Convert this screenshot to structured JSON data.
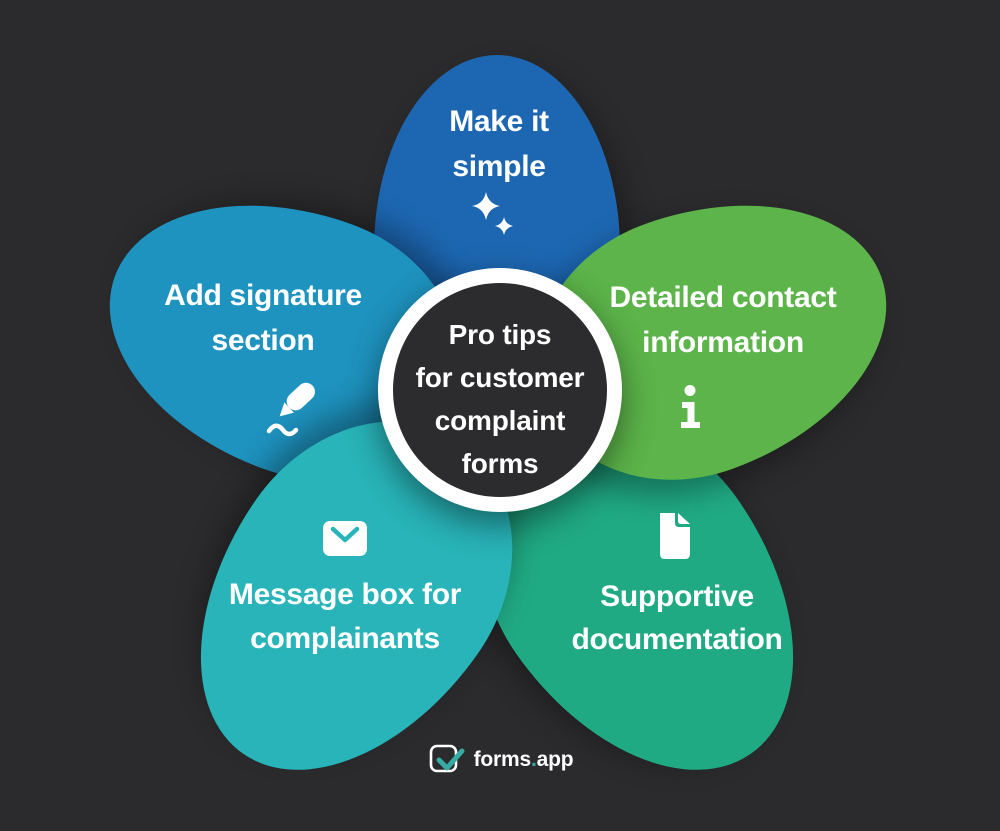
{
  "colors": {
    "background": "#2b2b2d",
    "petal_blue": "#1d67b2",
    "petal_green": "#5cb44a",
    "petal_cyan": "#1e93bf",
    "petal_teal": "#28b4b8",
    "petal_seagreen": "#20aa84",
    "circle_fill": "#2c2c2e",
    "circle_ring": "#ffffff",
    "text": "#ffffff",
    "logo_accent": "#36aaa3"
  },
  "center": {
    "lines": [
      "Pro tips",
      "for customer",
      "complaint",
      "forms"
    ]
  },
  "petals": {
    "top": {
      "lines": [
        "Make it",
        "simple"
      ],
      "icon": "sparkles-icon"
    },
    "top_left": {
      "lines": [
        "Add signature",
        "section"
      ],
      "icon": "signature-pen-icon"
    },
    "top_right": {
      "lines": [
        "Detailed contact",
        "information"
      ],
      "icon": "info-icon"
    },
    "bottom_left": {
      "lines": [
        "Message box for",
        "complainants"
      ],
      "icon": "envelope-icon"
    },
    "bottom_right": {
      "lines": [
        "Supportive",
        "documentation"
      ],
      "icon": "document-icon"
    }
  },
  "footer": {
    "brand": "forms",
    "separator": ".",
    "suffix": "app"
  }
}
